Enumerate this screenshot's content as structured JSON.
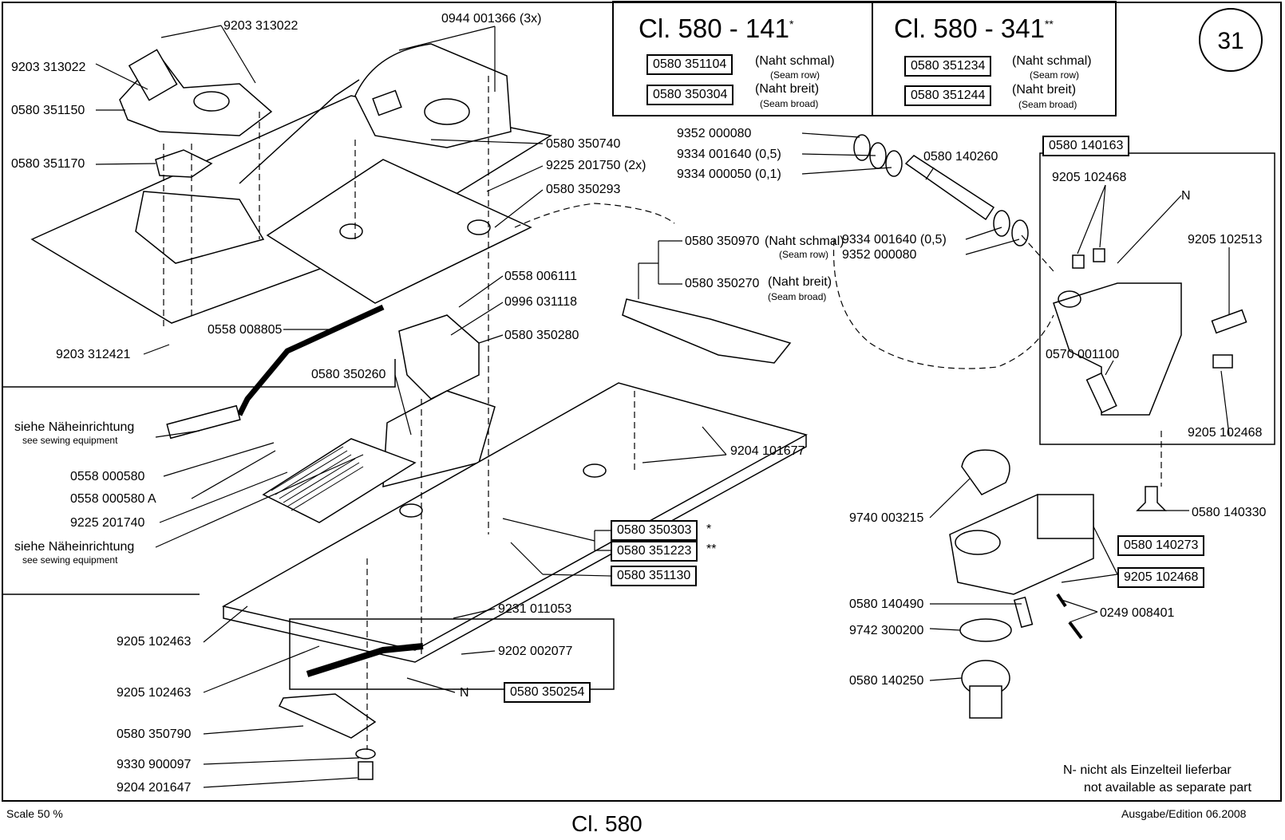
{
  "header": {
    "class_a": {
      "title": "Cl. 580 - 141",
      "marker": "*",
      "rows": [
        {
          "part": "0580 351104",
          "de": "(Naht schmal)",
          "en": "(Seam row)"
        },
        {
          "part": "0580 350304",
          "de": "(Naht breit)",
          "en": "(Seam broad)"
        }
      ]
    },
    "class_b": {
      "title": "Cl. 580 - 341",
      "marker": "**",
      "rows": [
        {
          "part": "0580 351234",
          "de": "(Naht schmal)",
          "en": "(Seam row)"
        },
        {
          "part": "0580 351244",
          "de": "(Naht breit)",
          "en": "(Seam broad)"
        }
      ]
    },
    "page_number": "31"
  },
  "labels": {
    "l1": "9203 313022",
    "l2": "9203 313022",
    "l3": "0580 351150",
    "l4": "0580 351170",
    "l5": "0944 001366 (3x)",
    "l6": "0580 350740",
    "l7": "9225 201750 (2x)",
    "l8": "0580 350293",
    "l9": "9203 312421",
    "l10": "0558 008805",
    "l11": "0558 006111",
    "l12": "0996 031118",
    "l13": "0580 350280",
    "l14": "0580 350260",
    "l15": "siehe Näheinrichtung",
    "l15s": "see sewing equipment",
    "l16": "0558 000580",
    "l17": "0558 000580 A",
    "l18": "9225 201740",
    "l19": "siehe Näheinrichtung",
    "l19s": "see sewing equipment",
    "l20": "9204 101677",
    "l21": "9205 102463",
    "l22": "9205 102463",
    "l23": "0580 350790",
    "l24": "9330 900097",
    "l25": "9204 201647",
    "l26": "9231 011053",
    "l27": "9202 002077",
    "l28": "N",
    "l29": "9352 000080",
    "l30": "9334 001640 (0,5)",
    "l31": "9334 000050 (0,1)",
    "l32": "0580 140260",
    "l33": "9334 001640 (0,5)",
    "l34": "9352 000080",
    "l35": "0580 350970",
    "l35a": "(Naht schmal)",
    "l35s": "(Seam row)",
    "l36": "0580 350270",
    "l36a": "(Naht breit)",
    "l36s": "(Seam broad)",
    "l37": "9205 102468",
    "l38": "N",
    "l39": "9205 102513",
    "l40": "0570 001100",
    "l41": "9205 102468",
    "l42": "0580 140330",
    "l43": "9740 003215",
    "l44": "9205 102468",
    "l45": "0580 140490",
    "l46": "0249 008401",
    "l47": "9742 300200",
    "l48": "0580 140250",
    "m1": "*",
    "m2": "**"
  },
  "boxes": {
    "b1": "0580 140163",
    "b2": "0580 350303",
    "b3": "0580 351223",
    "b4": "0580 351130",
    "b5": "0580 350254",
    "b6": "0580 140273"
  },
  "note": {
    "de": "N- nicht als Einzelteil lieferbar",
    "en": "not available as separate part"
  },
  "footer": {
    "scale": "Scale 50 %",
    "title": "Cl. 580",
    "edition": "Ausgabe/Edition 06.2008"
  }
}
